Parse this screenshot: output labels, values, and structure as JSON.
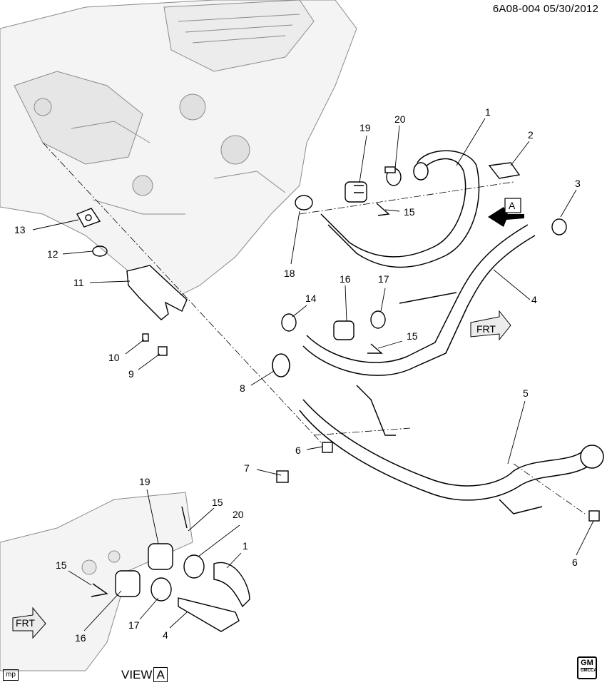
{
  "header": {
    "ref": "6A08-004  05/30/2012"
  },
  "footer": {
    "mp": "mp",
    "view_label": "VIEW",
    "view_letter": "A",
    "gm_logo": "GM",
    "gm_sub": "GMCCA"
  },
  "markers": {
    "view_a": "A",
    "frt": "FRT"
  },
  "callouts": {
    "c1": "1",
    "c2": "2",
    "c3": "3",
    "c4": "4",
    "c5": "5",
    "c6a": "6",
    "c6b": "6",
    "c7": "7",
    "c8": "8",
    "c9": "9",
    "c10": "10",
    "c11": "11",
    "c12": "12",
    "c13": "13",
    "c14": "14",
    "c15a": "15",
    "c15b": "15",
    "c16": "16",
    "c17": "17",
    "c18": "18",
    "c19": "19",
    "c20": "20",
    "d19": "19",
    "d15a": "15",
    "d20": "20",
    "d1": "1",
    "d15b": "15",
    "d16": "16",
    "d17": "17",
    "d4": "4"
  },
  "colors": {
    "line": "#000000",
    "engine_fill": "#f4f4f4",
    "engine_line": "#8a8a8a"
  }
}
